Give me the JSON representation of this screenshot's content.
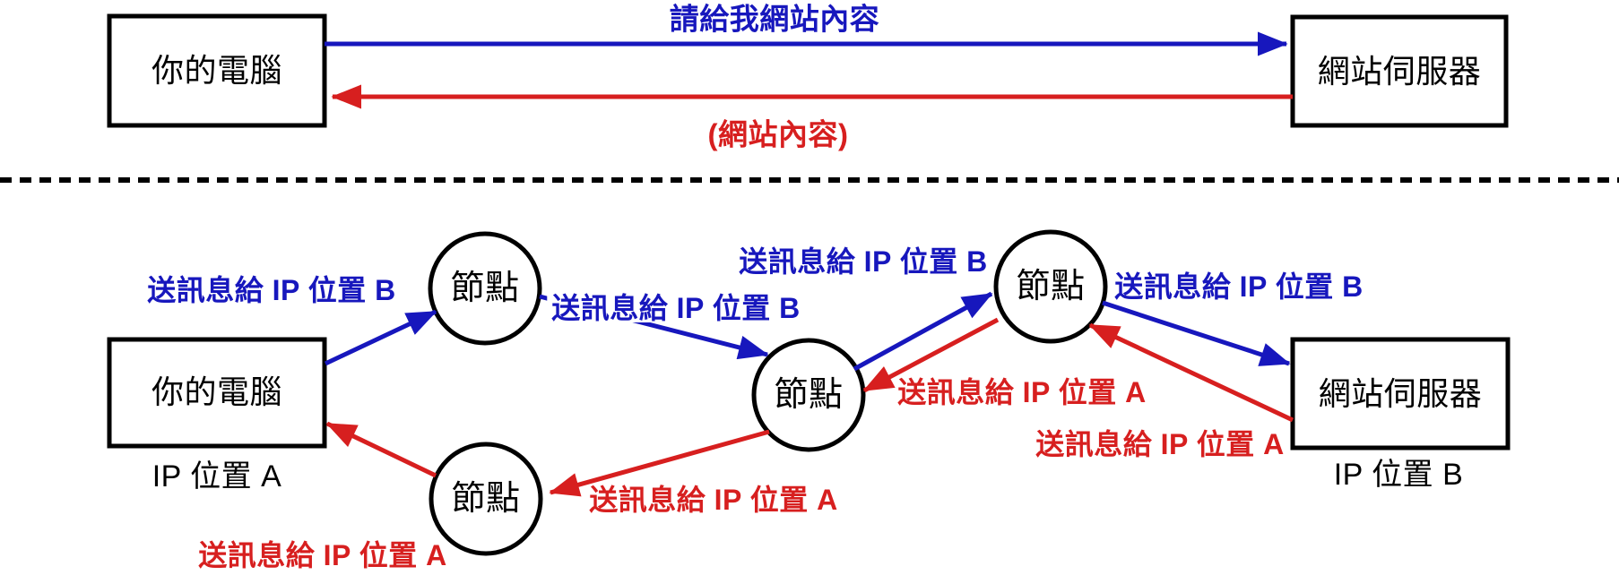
{
  "colors": {
    "blue": "#1717BD",
    "red": "#D71F1F",
    "black": "#000000",
    "background": "#FFFFFF"
  },
  "top": {
    "client_box_label": "你的電腦",
    "server_box_label": "網站伺服器",
    "request_label": "請給我網站內容",
    "response_label": "(網站內容)"
  },
  "bottom": {
    "client_box_label": "你的電腦",
    "client_ip_label": "IP 位置 A",
    "server_box_label": "網站伺服器",
    "server_ip_label": "IP 位置 B",
    "nodes": [
      {
        "label": "節點"
      },
      {
        "label": "節點"
      },
      {
        "label": "節點"
      },
      {
        "label": "節點"
      }
    ],
    "send_to_b_labels": [
      "送訊息給 IP 位置 B",
      "送訊息給 IP 位置 B",
      "送訊息給 IP 位置 B",
      "送訊息給 IP 位置 B"
    ],
    "send_to_a_labels": [
      "送訊息給 IP 位置 A",
      "送訊息給 IP 位置 A",
      "送訊息給 IP 位置 A",
      "送訊息給 IP 位置 A"
    ]
  }
}
